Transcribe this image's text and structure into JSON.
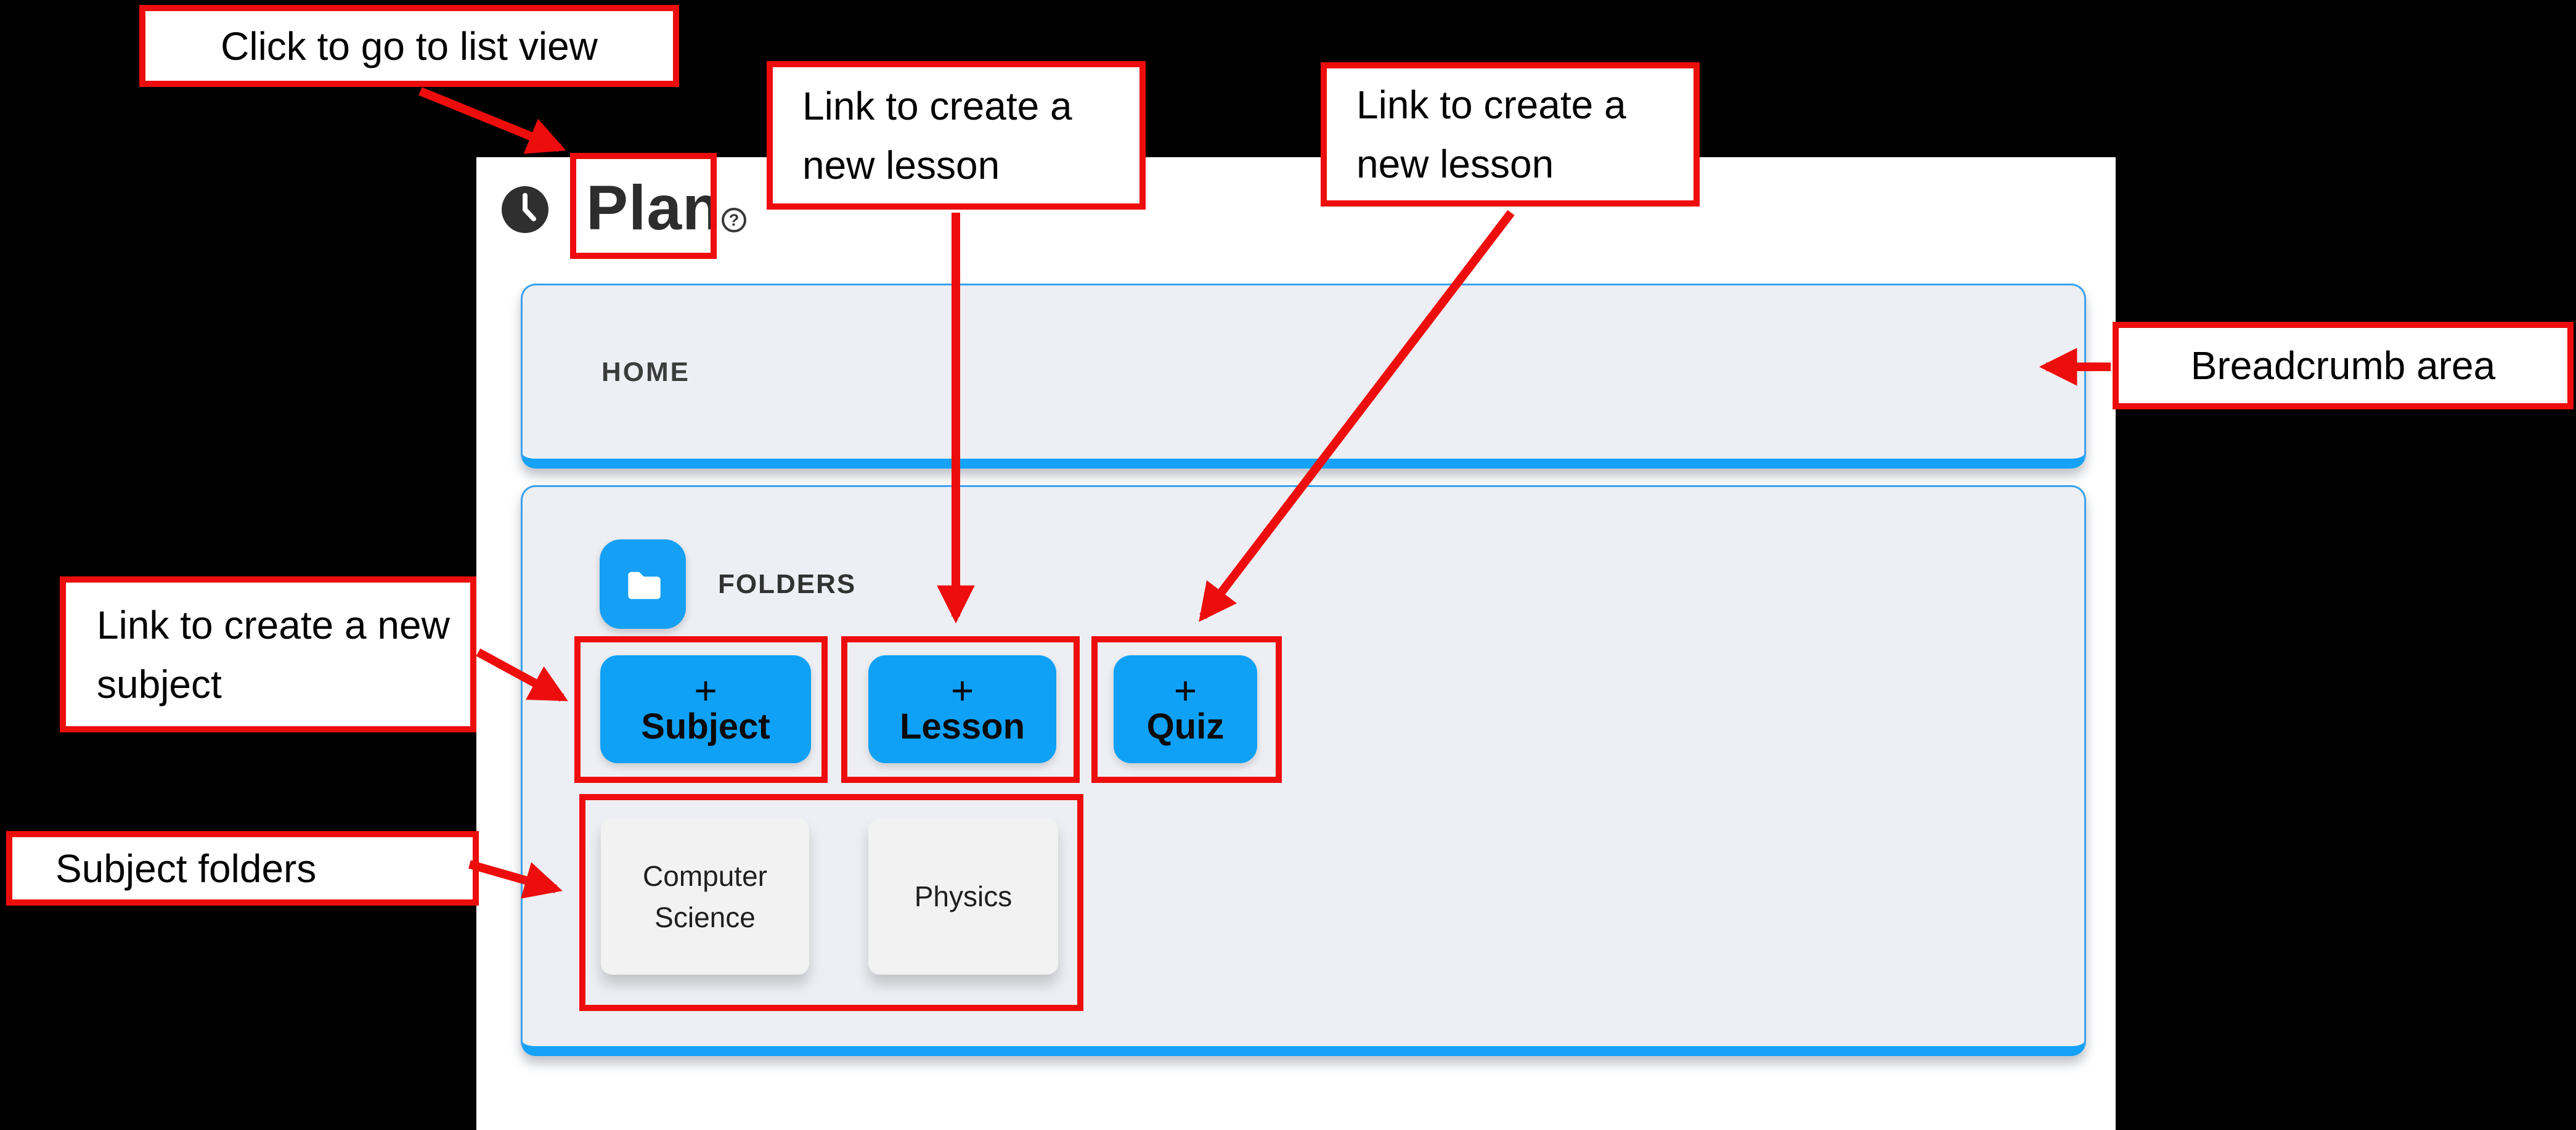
{
  "app": {
    "title": "Plan",
    "help_icon": "?",
    "breadcrumb": "HOME",
    "folders_section_label": "FOLDERS",
    "create_buttons": [
      {
        "plus": "+",
        "label": "Subject"
      },
      {
        "plus": "+",
        "label": "Lesson"
      },
      {
        "plus": "+",
        "label": "Quiz"
      }
    ],
    "subject_folders": [
      {
        "name": "Computer Science"
      },
      {
        "name": "Physics"
      }
    ]
  },
  "annotations": {
    "click_list_view": "Click to go to list view",
    "create_lesson_1": "Link to create a new lesson",
    "create_lesson_2": "Link to create a new lesson",
    "breadcrumb_area": "Breadcrumb area",
    "create_subject": "Link to create a new subject",
    "subject_folders": "Subject folders"
  },
  "colors": {
    "annotation_red": "#ee0d0d",
    "accent_blue": "#0fa1f6",
    "panel_background": "#edeff4",
    "window_background": "#ffffff",
    "card_background": "#f2f2f2",
    "page_background": "#000000"
  }
}
